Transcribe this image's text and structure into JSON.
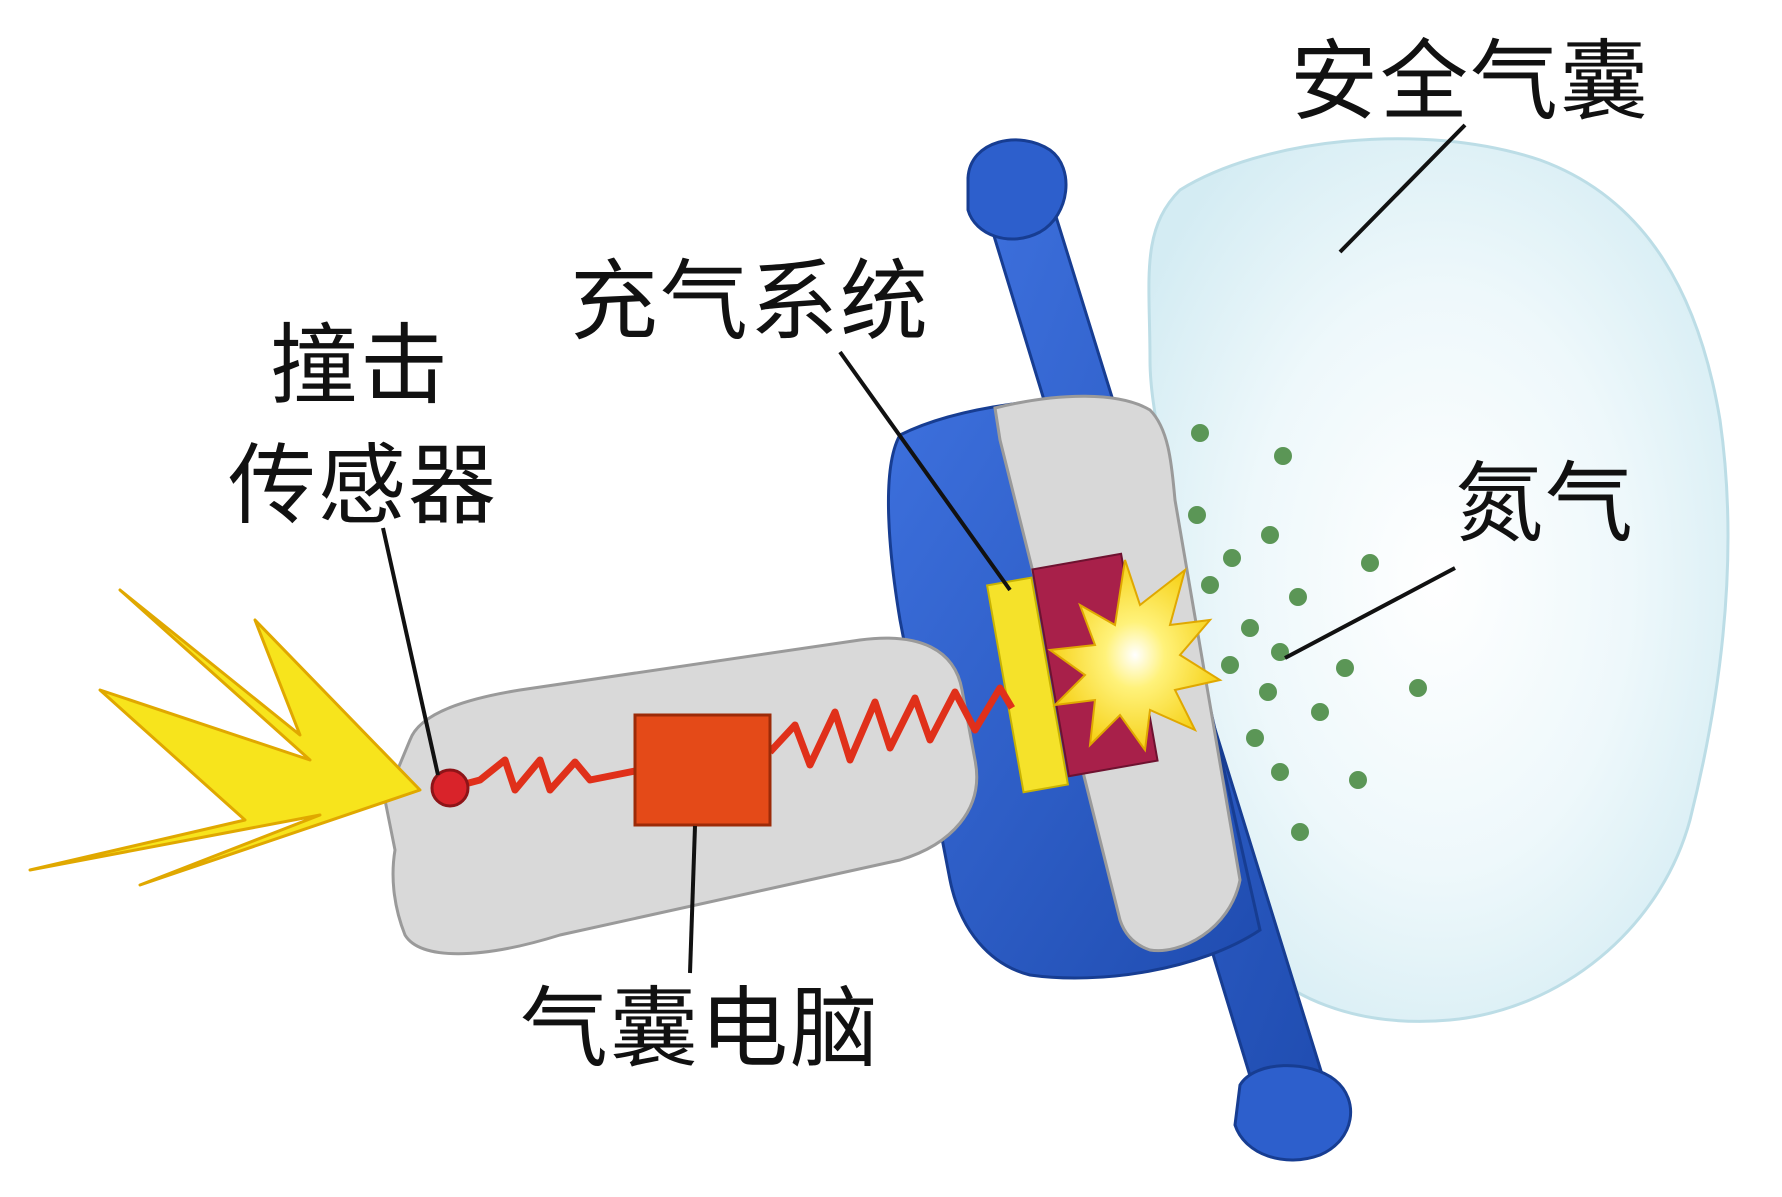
{
  "labels": {
    "airbag": "安全气囊",
    "inflator_system": "充气系统",
    "crash_sensor_line1": "撞击",
    "crash_sensor_line2": "传感器",
    "nitrogen": "氮气",
    "airbag_computer": "气囊电脑"
  },
  "colors": {
    "airbag_fill": "#e2f3f8",
    "steering_blue": "#2b5cc8",
    "housing_gray": "#d6d6d6",
    "spark_yellow": "#f7e41c",
    "computer_red": "#e44a18",
    "wire_red": "#e0301a",
    "gas_dots": "#5b9656"
  },
  "icons": {
    "impact_spark": "lightning-bolt-icon",
    "sensor": "red-dot-icon",
    "explosion": "starburst-icon"
  }
}
